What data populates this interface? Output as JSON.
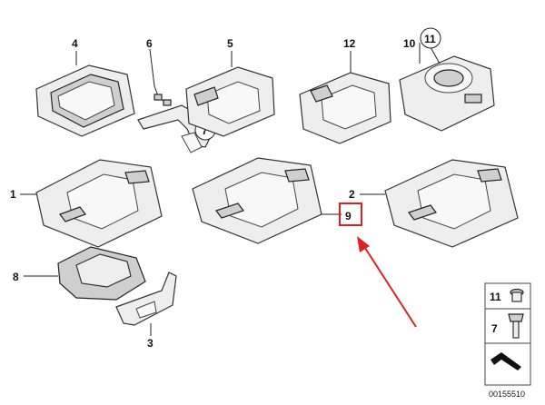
{
  "parts": {
    "p1": "1",
    "p2": "2",
    "p3": "3",
    "p4": "4",
    "p5": "5",
    "p6": "6",
    "p7": "7",
    "p8": "8",
    "p9": "9",
    "p10": "10",
    "p11": "11",
    "p12": "12"
  },
  "inset": {
    "item_a": "11",
    "item_b": "7"
  },
  "diagram_number": "00155510",
  "highlight_color": "#e02020",
  "arrow_color": "#e02020"
}
